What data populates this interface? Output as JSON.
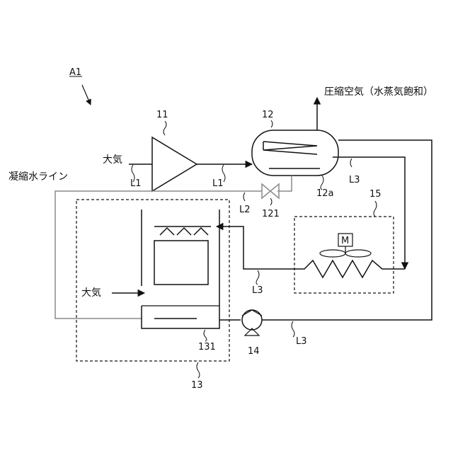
{
  "figure_id": "A1",
  "labels": {
    "compressor": "11",
    "tank": "12",
    "tank_bottom": "12a",
    "valve": "121",
    "tower": "13",
    "basin": "131",
    "pump": "14",
    "cooler": "15",
    "motor": "M",
    "line_L1_in": "L1",
    "line_L1_out": "L1",
    "line_L2": "L2",
    "line_L3_tank": "L3",
    "line_L3_tower": "L3",
    "line_L3_bottom": "L3",
    "atmos_1": "大気",
    "atmos_2": "大気",
    "condensate_line": "凝縮水ライン",
    "compressed_air": "圧縮空気（水蒸気飽和）"
  },
  "colors": {
    "line": "#111111",
    "condensate": "#8a8a8a"
  }
}
